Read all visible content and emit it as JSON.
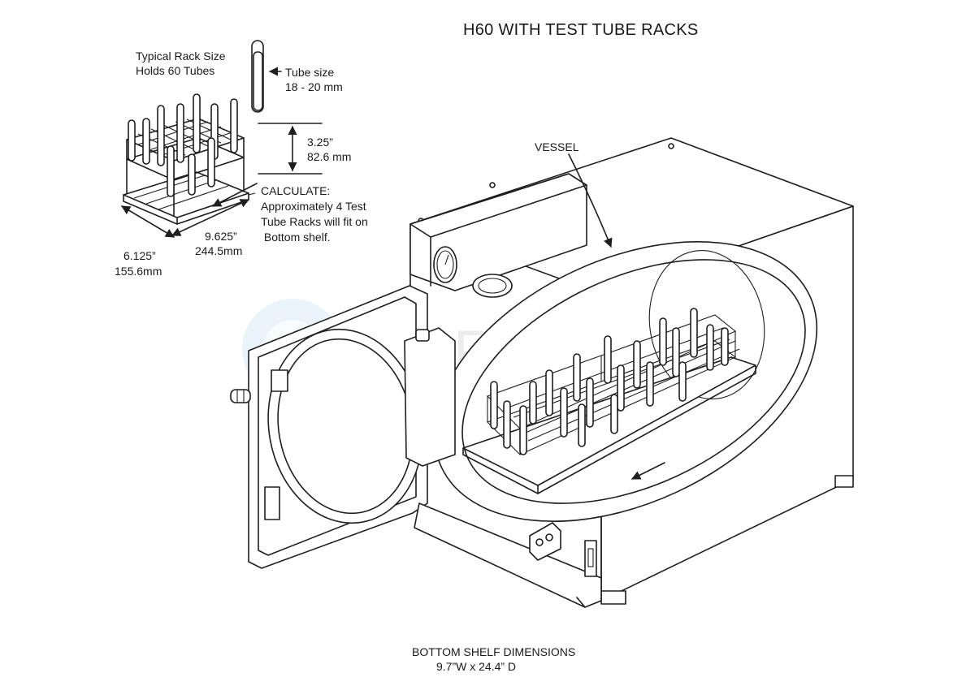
{
  "title": "H60 WITH TEST TUBE RACKS",
  "rack": {
    "size_label": "Typical Rack Size",
    "holds_label": "Holds 60 Tubes",
    "tube_size_label": "Tube size",
    "tube_size_value": "18 - 20 mm",
    "height_in": "3.25”",
    "height_mm": "82.6 mm",
    "length_in": "9.625”",
    "length_mm": "244.5mm",
    "width_in": "6.125”",
    "width_mm": "155.6mm"
  },
  "calculate": {
    "heading": "CALCULATE:",
    "line1": "Approximately 4 Test",
    "line2": "Tube Racks will fit on",
    "line3": " Bottom shelf."
  },
  "vessel_label": "VESSEL",
  "shelf": {
    "heading": "BOTTOM SHELF DIMENSIONS",
    "dims": "9.7”W x 24.4” D"
  },
  "watermark": {
    "text": "DURAL",
    "color": "#7fc4e6"
  },
  "colors": {
    "line": "#1e1e1e",
    "background": "#ffffff"
  }
}
